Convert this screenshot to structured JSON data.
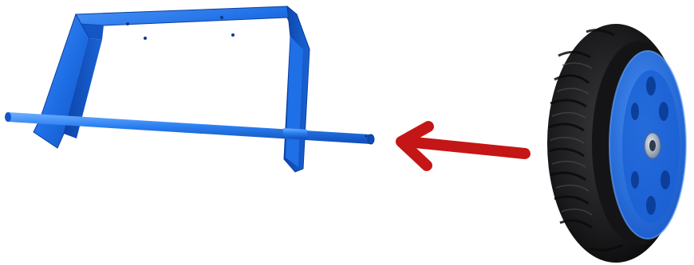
{
  "diagram": {
    "parts": [
      {
        "name": "bracket",
        "color": "#1f6fe6"
      },
      {
        "name": "axle",
        "color": "#2a7ef0"
      },
      {
        "name": "arrow",
        "color": "#c41616",
        "direction": "left"
      },
      {
        "name": "wheel",
        "tire_color": "#1b1b1d",
        "hub_color": "#1f6fe6"
      }
    ]
  }
}
